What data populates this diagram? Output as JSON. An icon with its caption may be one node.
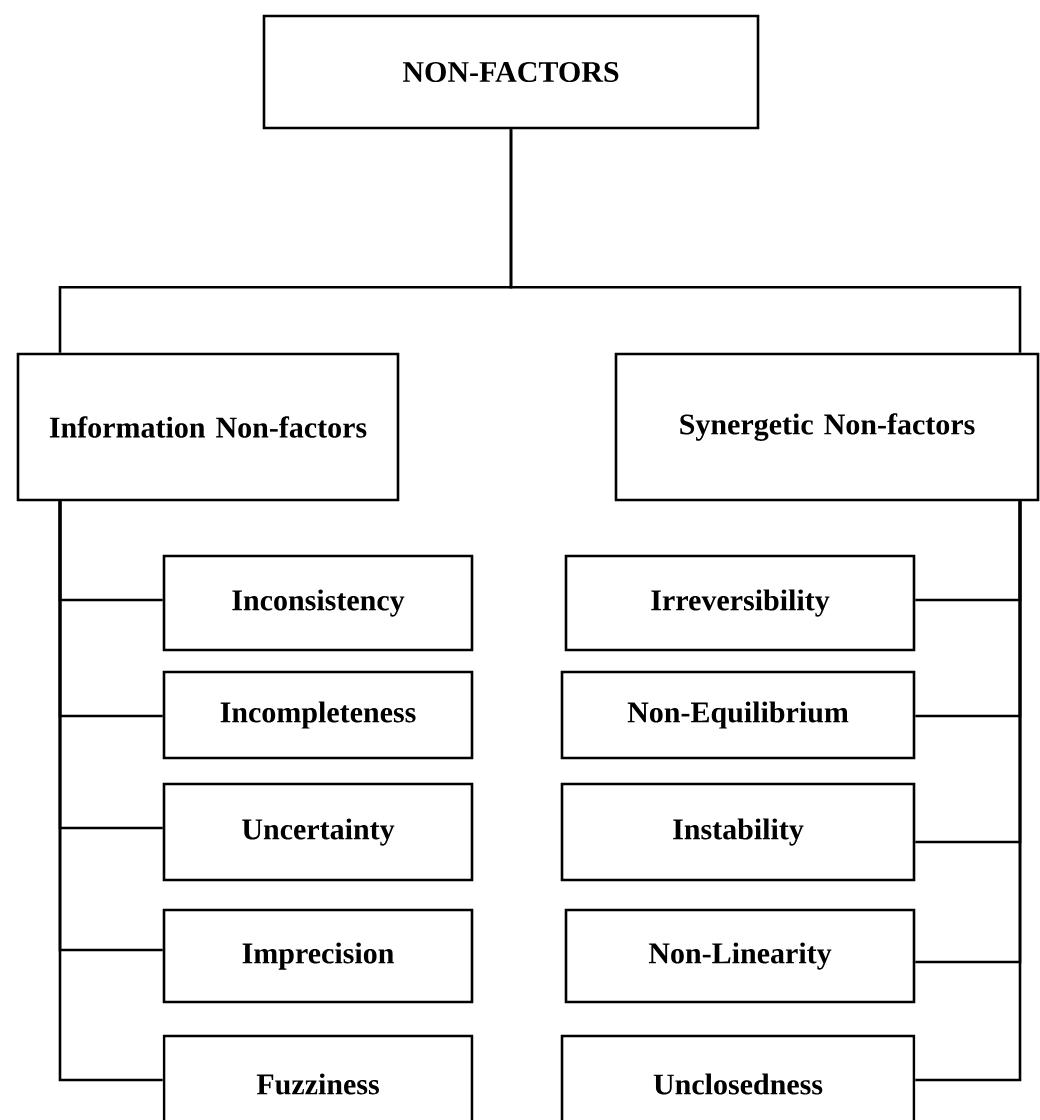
{
  "diagram": {
    "nodes": [
      {
        "text": [
          "NON-FACTORS"
        ]
      },
      {
        "text": [
          "Information Non-factors"
        ]
      },
      {
        "text": [
          "Synergetic Non-factors"
        ]
      },
      {
        "text": [
          "Inconsistency"
        ]
      },
      {
        "text": [
          "Incompleteness"
        ]
      },
      {
        "text": [
          "Uncertainty"
        ]
      },
      {
        "text": [
          "Imprecision"
        ]
      },
      {
        "text": [
          "Fuzziness"
        ]
      },
      {
        "text": [
          "Irreversibility"
        ]
      },
      {
        "text": [
          "Non-Equilibrium"
        ]
      },
      {
        "text": [
          "Instability"
        ]
      },
      {
        "text": [
          "Non-Linearity"
        ]
      },
      {
        "text": [
          "Unclosedness"
        ]
      }
    ],
    "edges": [
      {
        "from": 0,
        "to": 1,
        "arrow": "none"
      },
      {
        "from": 0,
        "to": 2,
        "arrow": "none"
      },
      {
        "from": 1,
        "to": 3,
        "arrow": "none"
      },
      {
        "from": 1,
        "to": 4,
        "arrow": "none"
      },
      {
        "from": 1,
        "to": 5,
        "arrow": "none"
      },
      {
        "from": 1,
        "to": 6,
        "arrow": "none"
      },
      {
        "from": 1,
        "to": 7,
        "arrow": "none"
      },
      {
        "from": 2,
        "to": 8,
        "arrow": "none"
      },
      {
        "from": 2,
        "to": 9,
        "arrow": "none"
      },
      {
        "from": 2,
        "to": 10,
        "arrow": "none"
      },
      {
        "from": 2,
        "to": 11,
        "arrow": "none"
      },
      {
        "from": 2,
        "to": 12,
        "arrow": "none"
      }
    ]
  }
}
